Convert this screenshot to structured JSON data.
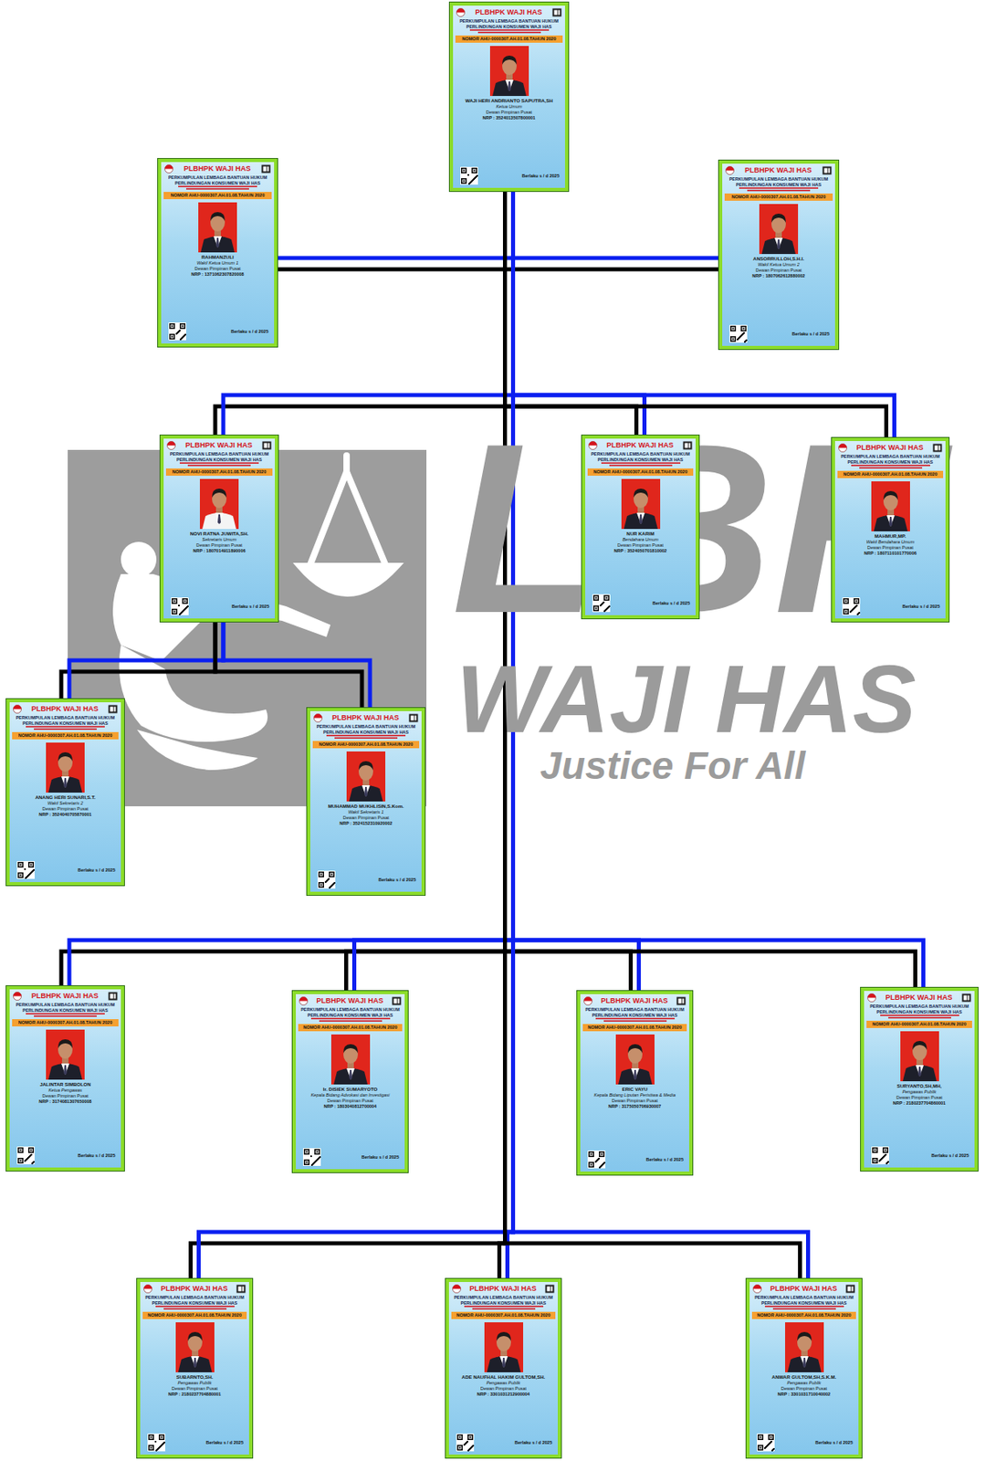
{
  "diagram": {
    "nodes": [
      {
        "text": [
          "PLBHPK WAJI HAS",
          "PERKUMPULAN LEMBAGA BANTUAN HUKUM PERLINDUNGAN KONSUMEN WAJI HAS",
          "NOMOR AHU-0000307.AH.01.08.TAHUN 2020",
          "WAJI HERI ANDRIANTO SAPUTRA,SH",
          "Ketua Umum",
          "Dewan Pimpinan Pusat",
          "NRP : 3524013507800001",
          "Berlaku s / d 2025"
        ]
      },
      {
        "text": [
          "PLBHPK WAJI HAS",
          "PERKUMPULAN LEMBAGA BANTUAN HUKUM PERLINDUNGAN KONSUMEN WAJI HAS",
          "NOMOR AHU-0000307.AH.01.08.TAHUN 2020",
          "RAHMANZULI",
          "Wakil Ketua Umum 1",
          "Dewan Pimpinan Pusat",
          "NRP : 1371062307820008",
          "Berlaku s / d 2025"
        ]
      },
      {
        "text": [
          "PLBHPK WAJI HAS",
          "PERKUMPULAN LEMBAGA BANTUAN HUKUM PERLINDUNGAN KONSUMEN WAJI HAS",
          "NOMOR AHU-0000307.AH.01.08.TAHUN 2020",
          "ANSORRULLOH,S.H.I.",
          "Wakil Ketua Umum 2",
          "Dewan Pimpinan Pusat",
          "NRP : 1807062612880002",
          "Berlaku s / d 2025"
        ]
      },
      {
        "text": [
          "PLBHPK WAJI HAS",
          "PERKUMPULAN LEMBAGA BANTUAN HUKUM PERLINDUNGAN KONSUMEN WAJI HAS",
          "NOMOR AHU-0000307.AH.01.08.TAHUN 2020",
          "NOVI RATNA JUWITA,SH.",
          "Sekretaris Umum",
          "Dewan Pimpinan Pusat",
          "NRP : 1807014911890006",
          "Berlaku s / d 2025"
        ]
      },
      {
        "text": [
          "PLBHPK WAJI HAS",
          "PERKUMPULAN LEMBAGA BANTUAN HUKUM PERLINDUNGAN KONSUMEN WAJI HAS",
          "NOMOR AHU-0000307.AH.01.08.TAHUN 2020",
          "NUR KARIM",
          "Bendahara Umum",
          "Dewan Pimpinan Pusat",
          "NRP : 3524050701810002",
          "Berlaku s / d 2025"
        ]
      },
      {
        "text": [
          "PLBHPK WAJI HAS",
          "PERKUMPULAN LEMBAGA BANTUAN HUKUM PERLINDUNGAN KONSUMEN WAJI HAS",
          "NOMOR AHU-0000307.AH.01.08.TAHUN 2020",
          "MAHMUR,MP.",
          "Wakil Bendahara Umum",
          "Dewan Pimpinan Pusat",
          "NRP : 1807110101770006",
          "Berlaku s / d 2025"
        ]
      },
      {
        "text": [
          "PLBHPK WAJI HAS",
          "PERKUMPULAN LEMBAGA BANTUAN HUKUM PERLINDUNGAN KONSUMEN WAJI HAS",
          "NOMOR AHU-0000307.AH.01.08.TAHUN 2020",
          "ANANG HERI SUNARI,S.T.",
          "Wakil Sekretaris 2",
          "Dewan Pimpinan Pusat",
          "NRP : 3524040705870001",
          "Berlaku s / d 2025"
        ]
      },
      {
        "text": [
          "PLBHPK WAJI HAS",
          "PERKUMPULAN LEMBAGA BANTUAN HUKUM PERLINDUNGAN KONSUMEN WAJI HAS",
          "NOMOR AHU-0000307.AH.01.08.TAHUN 2020",
          "MUHAMMAD MUKHLISIN,S.Kom.",
          "Wakil Sekretaris 1",
          "Dewan Pimpinan Pusat",
          "NRP : 3524152310920002",
          "Berlaku s / d 2025"
        ]
      },
      {
        "text": [
          "PLBHPK WAJI HAS",
          "PERKUMPULAN LEMBAGA BANTUAN HUKUM PERLINDUNGAN KONSUMEN WAJI HAS",
          "NOMOR AHU-0000307.AH.01.08.TAHUN 2020",
          "JALINTAR SIMBOLON",
          "Ketua Pengawas",
          "Dewan Pimpinan Pusat",
          "NRP : 3174081307650008",
          "Berlaku s / d 2025"
        ]
      },
      {
        "text": [
          "PLBHPK WAJI HAS",
          "PERKUMPULAN LEMBAGA BANTUAN HUKUM PERLINDUNGAN KONSUMEN WAJI HAS",
          "NOMOR AHU-0000307.AH.01.08.TAHUN 2020",
          "Ir. DISIEK SUMARYOTO",
          "Kepala Bidang Advokasi dan Investigasi",
          "Dewan Pimpinan Pusat",
          "NRP : 1803040812700004",
          "Berlaku s / d 2025"
        ]
      },
      {
        "text": [
          "PLBHPK WAJI HAS",
          "PERKUMPULAN LEMBAGA BANTUAN HUKUM PERLINDUNGAN KONSUMEN WAJI HAS",
          "NOMOR AHU-0000307.AH.01.08.TAHUN 2020",
          "ERIC VAYU",
          "Kepala Bidang Liputan Peristiwa & Media",
          "Dewan Pimpinan Pusat",
          "NRP : 3175050706930007",
          "Berlaku s / d 2025"
        ]
      },
      {
        "text": [
          "PLBHPK WAJI HAS",
          "PERKUMPULAN LEMBAGA BANTUAN HUKUM PERLINDUNGAN KONSUMEN WAJI HAS",
          "NOMOR AHU-0000307.AH.01.08.TAHUN 2020",
          "SURYANTO,SH,MH,",
          "Pengawas Publik",
          "Dewan Pimpinan Pusat",
          "NRP : 2180237704860001",
          "Berlaku s / d 2025"
        ]
      },
      {
        "text": [
          "PLBHPK WAJI HAS",
          "PERKUMPULAN LEMBAGA BANTUAN HUKUM PERLINDUNGAN KONSUMEN WAJI HAS",
          "NOMOR AHU-0000307.AH.01.08.TAHUN 2020",
          "SUBARNTO,SH.",
          "Pengawas Publik",
          "Dewan Pimpinan Pusat",
          "NRP : 2180237704880001",
          "Berlaku s / d 2025"
        ]
      },
      {
        "text": [
          "PLBHPK WAJI HAS",
          "PERKUMPULAN LEMBAGA BANTUAN HUKUM PERLINDUNGAN KONSUMEN WAJI HAS",
          "NOMOR AHU-0000307.AH.01.08.TAHUN 2020",
          "ADE NAUFHAL HAKIM GULTOM,SH.",
          "Pengawas Publik",
          "Dewan Pimpinan Pusat",
          "NRP : 3301031212900004",
          "Berlaku s / d 2025"
        ]
      },
      {
        "text": [
          "PLBHPK WAJI HAS",
          "PERKUMPULAN LEMBAGA BANTUAN HUKUM PERLINDUNGAN KONSUMEN WAJI HAS",
          "NOMOR AHU-0000307.AH.01.08.TAHUN 2020",
          "ANWAR GULTOM,SH,S.K.M.",
          "Pengawas Publik",
          "Dewan Pimpinan Pusat",
          "NRP : 3301031710040002",
          "Berlaku s / d 2025"
        ]
      }
    ],
    "edges": [
      {
        "from": 0,
        "to": 1,
        "arrow": "none"
      },
      {
        "from": 0,
        "to": 2,
        "arrow": "none"
      },
      {
        "from": 0,
        "to": 3,
        "arrow": "none"
      },
      {
        "from": 0,
        "to": 4,
        "arrow": "none"
      },
      {
        "from": 0,
        "to": 5,
        "arrow": "none"
      },
      {
        "from": 3,
        "to": 6,
        "arrow": "none"
      },
      {
        "from": 3,
        "to": 7,
        "arrow": "none"
      },
      {
        "from": 0,
        "to": 8,
        "arrow": "none"
      },
      {
        "from": 0,
        "to": 9,
        "arrow": "none"
      },
      {
        "from": 0,
        "to": 10,
        "arrow": "none"
      },
      {
        "from": 0,
        "to": 11,
        "arrow": "none"
      },
      {
        "from": 0,
        "to": 12,
        "arrow": "none"
      },
      {
        "from": 0,
        "to": 13,
        "arrow": "none"
      },
      {
        "from": 0,
        "to": 14,
        "arrow": "none"
      }
    ],
    "labels": [
      "LBH",
      "WAJI HAS",
      "Justice For All"
    ]
  }
}
